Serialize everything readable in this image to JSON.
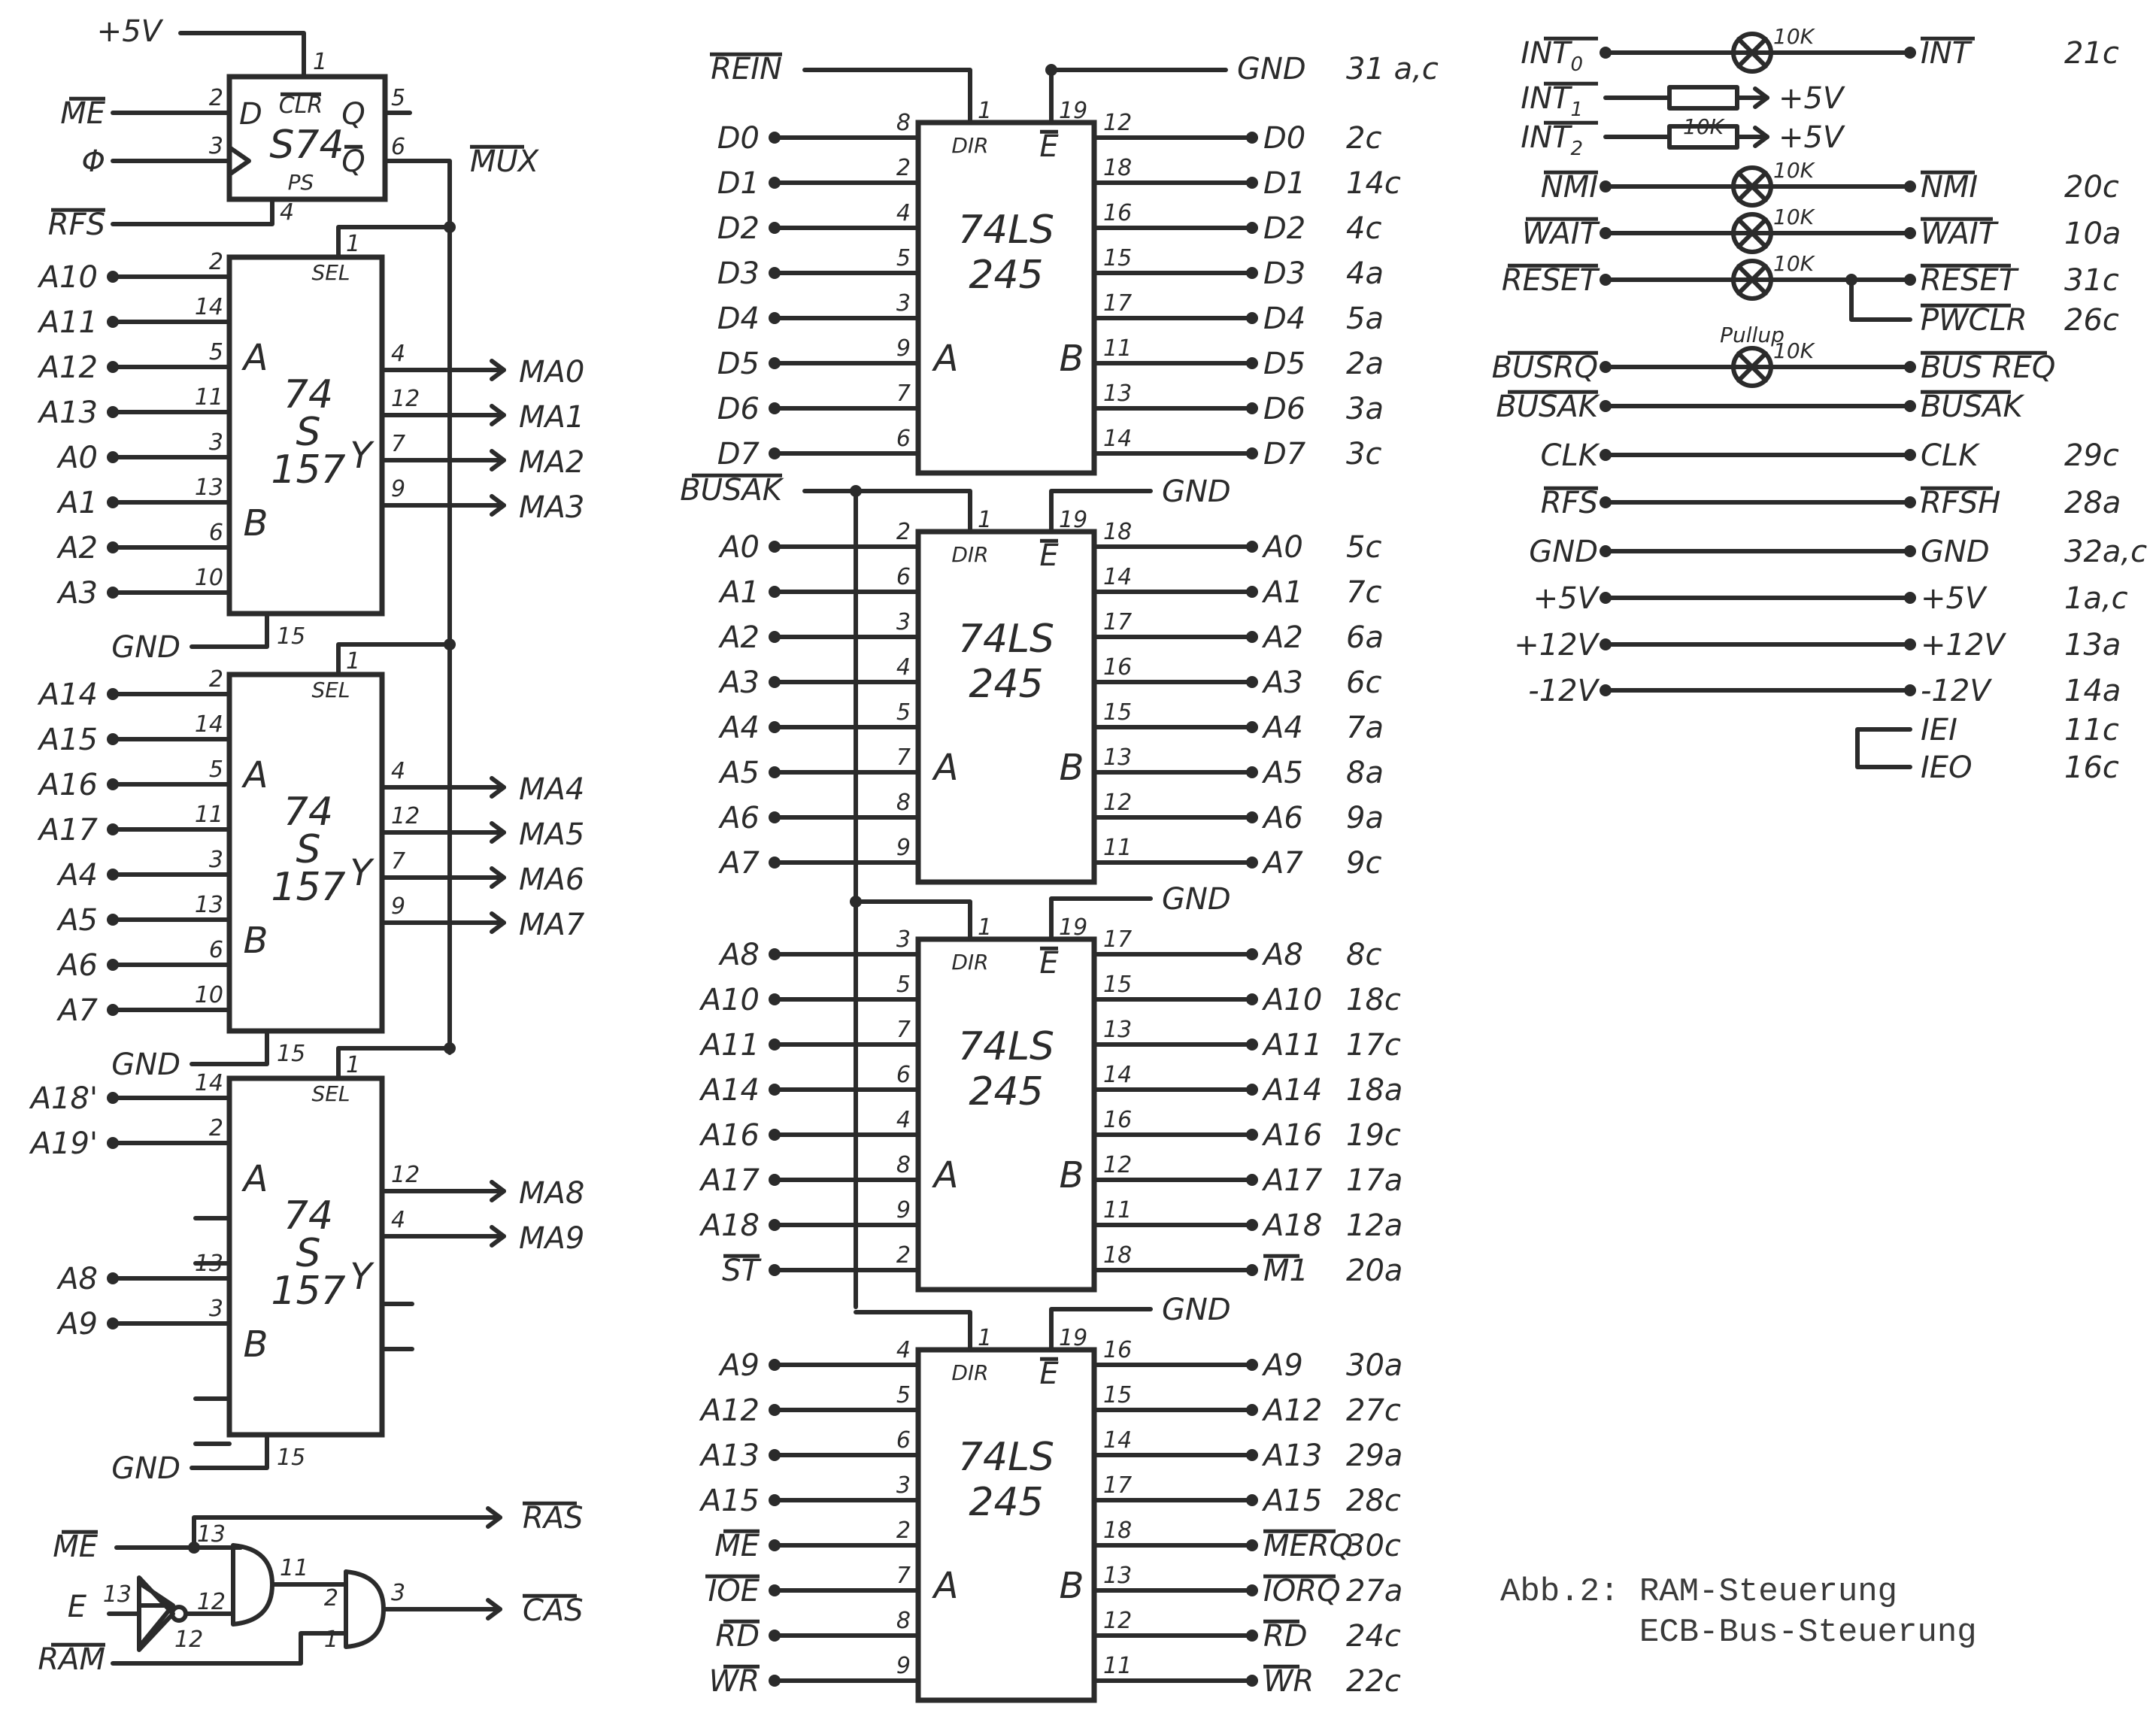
{
  "caption": {
    "line1": "Abb.2: RAM-Steuerung",
    "line2": "       ECB-Bus-Steuerung"
  },
  "flipflop": {
    "chip": "S74",
    "clr_label": "CLR",
    "d_label": "D",
    "q_label": "Q",
    "qbar_label": "Q",
    "ps_label": "PS",
    "vcc_label": "+5V",
    "inputs": [
      {
        "signal": "ME",
        "overline": true,
        "pin": "2"
      },
      {
        "signal": "Φ",
        "overline": false,
        "pin": "3"
      },
      {
        "signal": "RFS",
        "overline": true,
        "pin": "4"
      }
    ],
    "clr_pin": "1",
    "q_pin": "5",
    "qbar_pin": "6",
    "output_signal": "MUX"
  },
  "multiplexers": [
    {
      "chip": [
        "74",
        "S",
        "157"
      ],
      "sel_label": "SEL",
      "sel_pin": "1",
      "gnd_label": "GND",
      "gnd_pin": "15",
      "inputs": [
        {
          "signal": "A10",
          "pin": "2"
        },
        {
          "signal": "A11",
          "pin": "14"
        },
        {
          "signal": "A12",
          "pin": "5"
        },
        {
          "signal": "A13",
          "pin": "11"
        },
        {
          "signal": "A0",
          "pin": "3"
        },
        {
          "signal": "A1",
          "pin": "13"
        },
        {
          "signal": "A2",
          "pin": "6"
        },
        {
          "signal": "A3",
          "pin": "10"
        }
      ],
      "outputs": [
        {
          "signal": "MA0",
          "pin": "4"
        },
        {
          "signal": "MA1",
          "pin": "12"
        },
        {
          "signal": "MA2",
          "pin": "7"
        },
        {
          "signal": "MA3",
          "pin": "9"
        }
      ]
    },
    {
      "chip": [
        "74",
        "S",
        "157"
      ],
      "sel_label": "SEL",
      "sel_pin": "1",
      "gnd_label": "GND",
      "gnd_pin": "15",
      "inputs": [
        {
          "signal": "A14",
          "pin": "2"
        },
        {
          "signal": "A15",
          "pin": "14"
        },
        {
          "signal": "A16",
          "pin": "5"
        },
        {
          "signal": "A17",
          "pin": "11"
        },
        {
          "signal": "A4",
          "pin": "3"
        },
        {
          "signal": "A5",
          "pin": "13"
        },
        {
          "signal": "A6",
          "pin": "6"
        },
        {
          "signal": "A7",
          "pin": "10"
        }
      ],
      "outputs": [
        {
          "signal": "MA4",
          "pin": "4"
        },
        {
          "signal": "MA5",
          "pin": "12"
        },
        {
          "signal": "MA6",
          "pin": "7"
        },
        {
          "signal": "MA7",
          "pin": "9"
        }
      ]
    },
    {
      "chip": [
        "74",
        "S",
        "157"
      ],
      "sel_label": "SEL",
      "sel_pin": "1",
      "gnd_label": "GND",
      "gnd_pin": "15",
      "inputs": [
        {
          "signal": "A18'",
          "pin": "14"
        },
        {
          "signal": "A19'",
          "pin": "2"
        },
        {
          "signal": "",
          "pin": ""
        },
        {
          "signal": "",
          "pin": ""
        },
        {
          "signal": "A8",
          "pin": "13"
        },
        {
          "signal": "A9",
          "pin": "3"
        },
        {
          "signal": "",
          "pin": ""
        },
        {
          "signal": "",
          "pin": ""
        }
      ],
      "outputs": [
        {
          "signal": "MA8",
          "pin": "12"
        },
        {
          "signal": "MA9",
          "pin": "4"
        },
        {
          "signal": "",
          "pin": ""
        },
        {
          "signal": "",
          "pin": ""
        }
      ]
    }
  ],
  "gates": {
    "inputs": [
      {
        "signal": "ME",
        "overline": true
      },
      {
        "signal": "E",
        "overline": false
      },
      {
        "signal": "RAM",
        "overline": true
      }
    ],
    "outputs": [
      {
        "signal": "RAS",
        "overline": true
      },
      {
        "signal": "CAS",
        "overline": true
      }
    ],
    "pins": {
      "inv_in": "13",
      "inv_out": "12",
      "and1_in_a": "13",
      "and1_in_b": "12",
      "and1_out": "11",
      "and2_in_a": "2",
      "and2_in_b": "1",
      "and2_out": "3"
    }
  },
  "transceivers": [
    {
      "chip": [
        "74LS",
        "245"
      ],
      "dir_label": "DIR",
      "e_label": "E",
      "dir_signal": {
        "signal": "REIN",
        "overline": true
      },
      "dir_pin": "1",
      "e_pin": "19",
      "e_signal": "GND",
      "e_connector": "31 a,c",
      "rows": [
        {
          "in": "D0",
          "pin_a": "8",
          "pin_b": "12",
          "out": "D0",
          "conn": "2c"
        },
        {
          "in": "D1",
          "pin_a": "2",
          "pin_b": "18",
          "out": "D1",
          "conn": "14c"
        },
        {
          "in": "D2",
          "pin_a": "4",
          "pin_b": "16",
          "out": "D2",
          "conn": "4c"
        },
        {
          "in": "D3",
          "pin_a": "5",
          "pin_b": "15",
          "out": "D3",
          "conn": "4a"
        },
        {
          "in": "D4",
          "pin_a": "3",
          "pin_b": "17",
          "out": "D4",
          "conn": "5a"
        },
        {
          "in": "D5",
          "pin_a": "9",
          "pin_b": "11",
          "out": "D5",
          "conn": "2a"
        },
        {
          "in": "D6",
          "pin_a": "7",
          "pin_b": "13",
          "out": "D6",
          "conn": "3a"
        },
        {
          "in": "D7",
          "pin_a": "6",
          "pin_b": "14",
          "out": "D7",
          "conn": "3c"
        }
      ]
    },
    {
      "chip": [
        "74LS",
        "245"
      ],
      "dir_label": "DIR",
      "e_label": "E",
      "dir_signal": {
        "signal": "BUSAK",
        "overline": true
      },
      "dir_pin": "1",
      "e_pin": "19",
      "e_signal": "GND",
      "e_connector": "",
      "rows": [
        {
          "in": "A0",
          "pin_a": "2",
          "pin_b": "18",
          "out": "A0",
          "conn": "5c"
        },
        {
          "in": "A1",
          "pin_a": "6",
          "pin_b": "14",
          "out": "A1",
          "conn": "7c"
        },
        {
          "in": "A2",
          "pin_a": "3",
          "pin_b": "17",
          "out": "A2",
          "conn": "6a"
        },
        {
          "in": "A3",
          "pin_a": "4",
          "pin_b": "16",
          "out": "A3",
          "conn": "6c"
        },
        {
          "in": "A4",
          "pin_a": "5",
          "pin_b": "15",
          "out": "A4",
          "conn": "7a"
        },
        {
          "in": "A5",
          "pin_a": "7",
          "pin_b": "13",
          "out": "A5",
          "conn": "8a"
        },
        {
          "in": "A6",
          "pin_a": "8",
          "pin_b": "12",
          "out": "A6",
          "conn": "9a"
        },
        {
          "in": "A7",
          "pin_a": "9",
          "pin_b": "11",
          "out": "A7",
          "conn": "9c"
        }
      ]
    },
    {
      "chip": [
        "74LS",
        "245"
      ],
      "dir_label": "DIR",
      "e_label": "E",
      "dir_signal": null,
      "dir_pin": "1",
      "e_pin": "19",
      "e_signal": "GND",
      "e_connector": "",
      "rows": [
        {
          "in": "A8",
          "pin_a": "3",
          "pin_b": "17",
          "out": "A8",
          "conn": "8c"
        },
        {
          "in": "A10",
          "pin_a": "5",
          "pin_b": "15",
          "out": "A10",
          "conn": "18c"
        },
        {
          "in": "A11",
          "pin_a": "7",
          "pin_b": "13",
          "out": "A11",
          "conn": "17c"
        },
        {
          "in": "A14",
          "pin_a": "6",
          "pin_b": "14",
          "out": "A14",
          "conn": "18a"
        },
        {
          "in": "A16",
          "pin_a": "4",
          "pin_b": "16",
          "out": "A16",
          "conn": "19c"
        },
        {
          "in": "A17",
          "pin_a": "8",
          "pin_b": "12",
          "out": "A17",
          "conn": "17a"
        },
        {
          "in": "A18",
          "pin_a": "9",
          "pin_b": "11",
          "out": "A18",
          "conn": "12a"
        },
        {
          "in": "ST",
          "in_overline": true,
          "pin_a": "2",
          "pin_b": "18",
          "out": "M1",
          "out_overline": true,
          "conn": "20a"
        }
      ]
    },
    {
      "chip": [
        "74LS",
        "245"
      ],
      "dir_label": "DIR",
      "e_label": "E",
      "dir_signal": null,
      "dir_pin": "1",
      "e_pin": "19",
      "e_signal": "GND",
      "e_connector": "",
      "rows": [
        {
          "in": "A9",
          "pin_a": "4",
          "pin_b": "16",
          "out": "A9",
          "conn": "30a"
        },
        {
          "in": "A12",
          "pin_a": "5",
          "pin_b": "15",
          "out": "A12",
          "conn": "27c"
        },
        {
          "in": "A13",
          "pin_a": "6",
          "pin_b": "14",
          "out": "A13",
          "conn": "29a"
        },
        {
          "in": "A15",
          "pin_a": "3",
          "pin_b": "17",
          "out": "A15",
          "conn": "28c"
        },
        {
          "in": "ME",
          "in_overline": true,
          "pin_a": "2",
          "pin_b": "18",
          "out": "MERQ",
          "out_overline": true,
          "conn": "30c"
        },
        {
          "in": "IOE",
          "in_overline": true,
          "pin_a": "7",
          "pin_b": "13",
          "out": "IORQ",
          "out_overline": true,
          "conn": "27a"
        },
        {
          "in": "RD",
          "in_overline": true,
          "pin_a": "8",
          "pin_b": "12",
          "out": "RD",
          "out_overline": true,
          "conn": "24c"
        },
        {
          "in": "WR",
          "in_overline": true,
          "pin_a": "9",
          "pin_b": "11",
          "out": "WR",
          "out_overline": true,
          "conn": "22c"
        }
      ]
    }
  ],
  "bus_signals": [
    {
      "in": "INT",
      "in_sub": "0",
      "in_overline": true,
      "element": "pullup",
      "value": "10K",
      "out": "INT",
      "out_overline": true,
      "conn": "21c"
    },
    {
      "in": "INT",
      "in_sub": "1",
      "in_overline": true,
      "element": "resistor",
      "value": "10K",
      "out": "+5V",
      "out_overline": false,
      "conn": ""
    },
    {
      "in": "INT",
      "in_sub": "2",
      "in_overline": true,
      "element": "resistor",
      "value": "",
      "out": "+5V",
      "out_overline": false,
      "conn": ""
    },
    {
      "in": "NMI",
      "in_overline": true,
      "element": "pullup",
      "value": "10K",
      "out": "NMI",
      "out_overline": true,
      "conn": "20c"
    },
    {
      "in": "WAIT",
      "in_overline": true,
      "element": "pullup",
      "value": "10K",
      "out": "WAIT",
      "out_overline": true,
      "conn": "10a"
    },
    {
      "in": "RESET",
      "in_overline": true,
      "element": "pullup",
      "value": "10K",
      "out": "RESET",
      "out_overline": true,
      "conn": "31c"
    },
    {
      "in": "",
      "element": "branch",
      "value": "",
      "out": "PWCLR",
      "out_overline": true,
      "conn": "26c"
    },
    {
      "in": "BUSRQ",
      "in_overline": true,
      "element": "pullup",
      "value": "10K",
      "out": "BUS REQ",
      "out_overline": true,
      "conn": ""
    },
    {
      "in": "BUSAK",
      "in_overline": true,
      "element": "wire",
      "value": "",
      "out": "BUSAK",
      "out_overline": true,
      "conn": ""
    },
    {
      "in": "CLK",
      "in_overline": false,
      "element": "wire",
      "value": "",
      "out": "CLK",
      "out_overline": false,
      "conn": "29c"
    },
    {
      "in": "RFS",
      "in_overline": true,
      "element": "wire",
      "value": "",
      "out": "RFSH",
      "out_overline": true,
      "conn": "28a"
    },
    {
      "in": "GND",
      "in_overline": false,
      "element": "wire",
      "value": "",
      "out": "GND",
      "out_overline": false,
      "conn": "32a,c"
    },
    {
      "in": "+5V",
      "in_overline": false,
      "element": "wire",
      "value": "",
      "out": "+5V",
      "out_overline": false,
      "conn": "1a,c"
    },
    {
      "in": "+12V",
      "in_overline": false,
      "element": "wire",
      "value": "",
      "out": "+12V",
      "out_overline": false,
      "conn": "13a"
    },
    {
      "in": "-12V",
      "in_overline": false,
      "element": "wire",
      "value": "",
      "out": "-12V",
      "out_overline": false,
      "conn": "14a"
    },
    {
      "in": "",
      "element": "loop-top",
      "value": "",
      "out": "IEI",
      "out_overline": false,
      "conn": "11c"
    },
    {
      "in": "",
      "element": "loop-bottom",
      "value": "",
      "out": "IEO",
      "out_overline": false,
      "conn": "16c"
    }
  ],
  "pullup_label": "Pullup"
}
